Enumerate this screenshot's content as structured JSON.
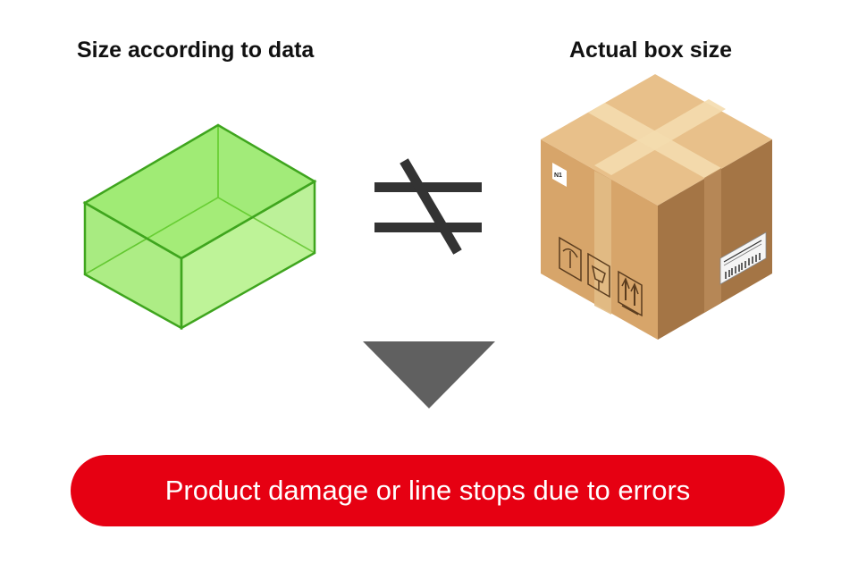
{
  "left_panel": {
    "title": "Size according to data",
    "wireframe_color": "#66dd22",
    "wireframe_edge_color": "#3fa51e"
  },
  "right_panel": {
    "title": "Actual box size",
    "box_colors": {
      "top": "#e8c08a",
      "left": "#d7a56a",
      "right": "#a47545",
      "tape": "#f4dcae"
    },
    "label_mark": "N1"
  },
  "comparison": {
    "symbol": "not-equal-icon",
    "color": "#333333"
  },
  "flow": {
    "arrow_icon": "down-triangle-icon",
    "arrow_color": "#606060"
  },
  "result": {
    "text": "Product damage or line stops due to errors",
    "background": "#e60012",
    "text_color": "#ffffff"
  }
}
